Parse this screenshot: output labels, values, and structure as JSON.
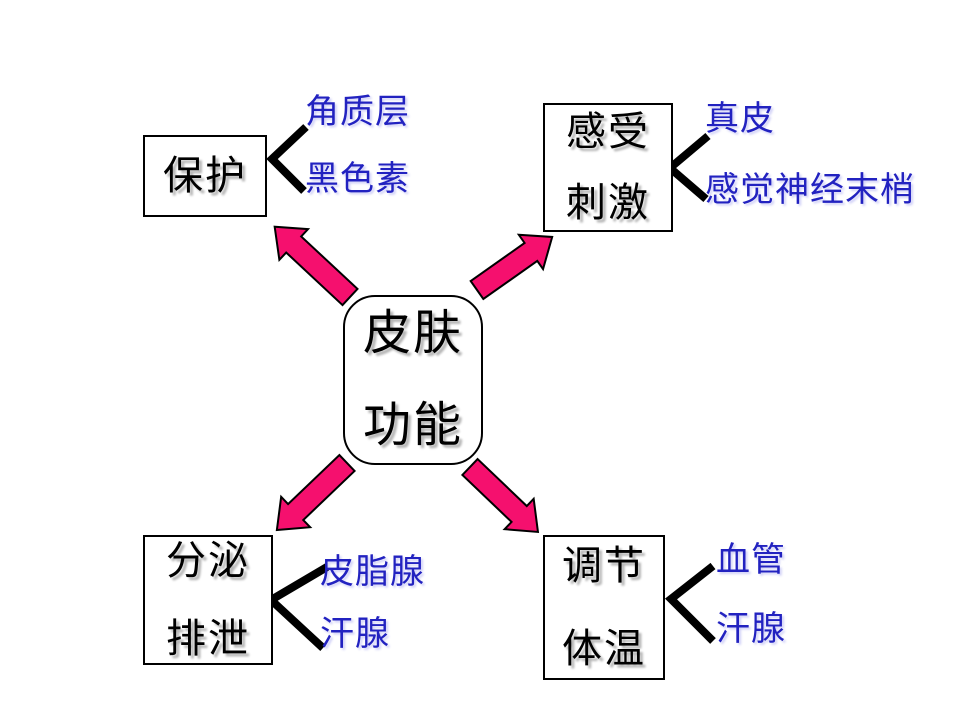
{
  "slide": {
    "background": "#FFFFFF"
  },
  "center_node": {
    "lines": [
      "皮肤",
      "功能"
    ]
  },
  "nodes": [
    {
      "lines": [
        "保护"
      ],
      "branches": [
        "角质层",
        "黑色素"
      ]
    },
    {
      "lines": [
        "感受",
        "刺激"
      ],
      "branches": [
        "真皮",
        "感觉神经末梢"
      ]
    },
    {
      "lines": [
        "分泌",
        "排泄"
      ],
      "branches": [
        "皮脂腺",
        "汗腺"
      ]
    },
    {
      "lines": [
        "调节",
        "体温"
      ],
      "branches": [
        "血管",
        "汗腺"
      ]
    }
  ],
  "colors": {
    "background": "#FFFFFF",
    "box_border": "#000000",
    "box_text": "#000000",
    "branch_line": "#000000",
    "branch_label_blue": "#2222C0",
    "arrow_fill": "#F5106E",
    "arrow_outline": "#000000"
  }
}
